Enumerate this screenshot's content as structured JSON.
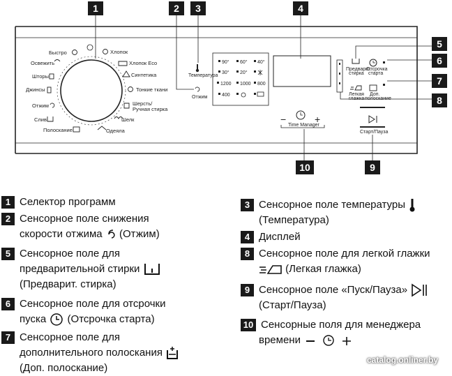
{
  "callouts": {
    "c1": "1",
    "c2": "2",
    "c3": "3",
    "c4": "4",
    "c5": "5",
    "c6": "6",
    "c7": "7",
    "c8": "8",
    "c9": "9",
    "c10": "10"
  },
  "programs_left": {
    "bystro": "Быстро",
    "osvezhit": "Освежить",
    "shtory": "Шторы",
    "dzhinsy": "Джинсы",
    "otzhim": "Отжим",
    "sliv": "Слив",
    "poloskanie": "Полоскание"
  },
  "programs_right": {
    "hlopok": "Хлопок",
    "hlopok_eco": "Хлопок Eco",
    "sintetika": "Синтетика",
    "tonkie": "Тонкие ткани",
    "sherst1": "Шерсть/",
    "sherst2": "Ручная стирка",
    "shelk": "Шелк",
    "odeyala": "Одеяла"
  },
  "panel": {
    "temp_label": "Температура",
    "spin_label": "Отжим",
    "temps": [
      "90°",
      "60°",
      "40°",
      "30°",
      "20°"
    ],
    "spins": [
      "1200",
      "1000",
      "800",
      "400"
    ],
    "prewash1": "Предварит.",
    "prewash2": "стирка",
    "delay1": "Отсрочка",
    "delay2": "старта",
    "easy1": "Легкая",
    "easy2": "глажка",
    "rinse1": "Доп.",
    "rinse2": "полоскание",
    "time_minus": "−",
    "time_plus": "+",
    "time_label": "Time Manager",
    "start_label": "Старт/Пауза"
  },
  "legend": {
    "n1": "1",
    "t1": "Селектор программ",
    "n2": "2",
    "t2a": "Сенсорное поле снижения",
    "t2b": "скорости отжима",
    "t2c": "(Отжим)",
    "n5": "5",
    "t5a": "Сенсорное поле для",
    "t5b": "предварительной стирки",
    "t5c": "(Предварит. стирка)",
    "n6": "6",
    "t6a": "Сенсорное поле для отсрочки",
    "t6b": "пуска",
    "t6c": "(Отсрочка старта)",
    "n7": "7",
    "t7a": "Сенсорное поле для",
    "t7b": "дополнительного полоскания",
    "t7c": "(Доп. полоскание)",
    "n3": "3",
    "t3a": "Сенсорное поле температуры",
    "t3b": "(Температура)",
    "n4": "4",
    "t4": "Дисплей",
    "n8": "8",
    "t8a": "Сенсорное поле для легкой глажки",
    "t8b": "(Легкая глажка)",
    "n9": "9",
    "t9a": "Сенсорное поле «Пуск/Пауза»",
    "t9b": "(Старт/Пауза)",
    "n10": "10",
    "t10a": "Сенсорные поля для менеджера",
    "t10b": "времени"
  },
  "watermark": "catalog.onliner.by"
}
